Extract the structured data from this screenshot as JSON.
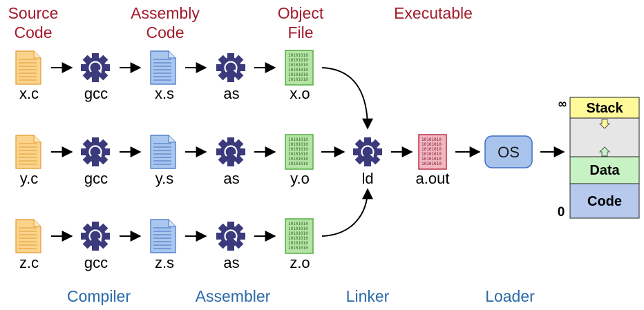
{
  "headers": {
    "source_line1": "Source",
    "source_line2": "Code",
    "assembly_line1": "Assembly",
    "assembly_line2": "Code",
    "object_line1": "Object",
    "object_line2": "File",
    "executable": "Executable"
  },
  "rows": [
    {
      "source": "x.c",
      "compiler": "gcc",
      "assembly": "x.s",
      "assembler": "as",
      "object": "x.o"
    },
    {
      "source": "y.c",
      "compiler": "gcc",
      "assembly": "y.s",
      "assembler": "as",
      "object": "y.o"
    },
    {
      "source": "z.c",
      "compiler": "gcc",
      "assembly": "z.s",
      "assembler": "as",
      "object": "z.o"
    }
  ],
  "linker_label": "ld",
  "executable_label": "a.out",
  "os_label": "OS",
  "binary_line": "10101010",
  "memory": {
    "top_marker": "∞",
    "bottom_marker": "0",
    "stack": "Stack",
    "data": "Data",
    "code": "Code"
  },
  "stages": {
    "compiler": "Compiler",
    "assembler": "Assembler",
    "linker": "Linker",
    "loader": "Loader"
  },
  "colors": {
    "header_red": "#a31a2c",
    "stage_blue": "#2a6aa8",
    "gear": "#3b3a7c",
    "source_file": "#fbd38d",
    "assembly_file": "#a9c6ee",
    "object_file": "#b6e3a6",
    "executable_file": "#f2b8c2",
    "os_box": "#a9c4ec",
    "stack": "#fff99a",
    "data": "#c7f2c4",
    "code": "#b7c9ec"
  }
}
